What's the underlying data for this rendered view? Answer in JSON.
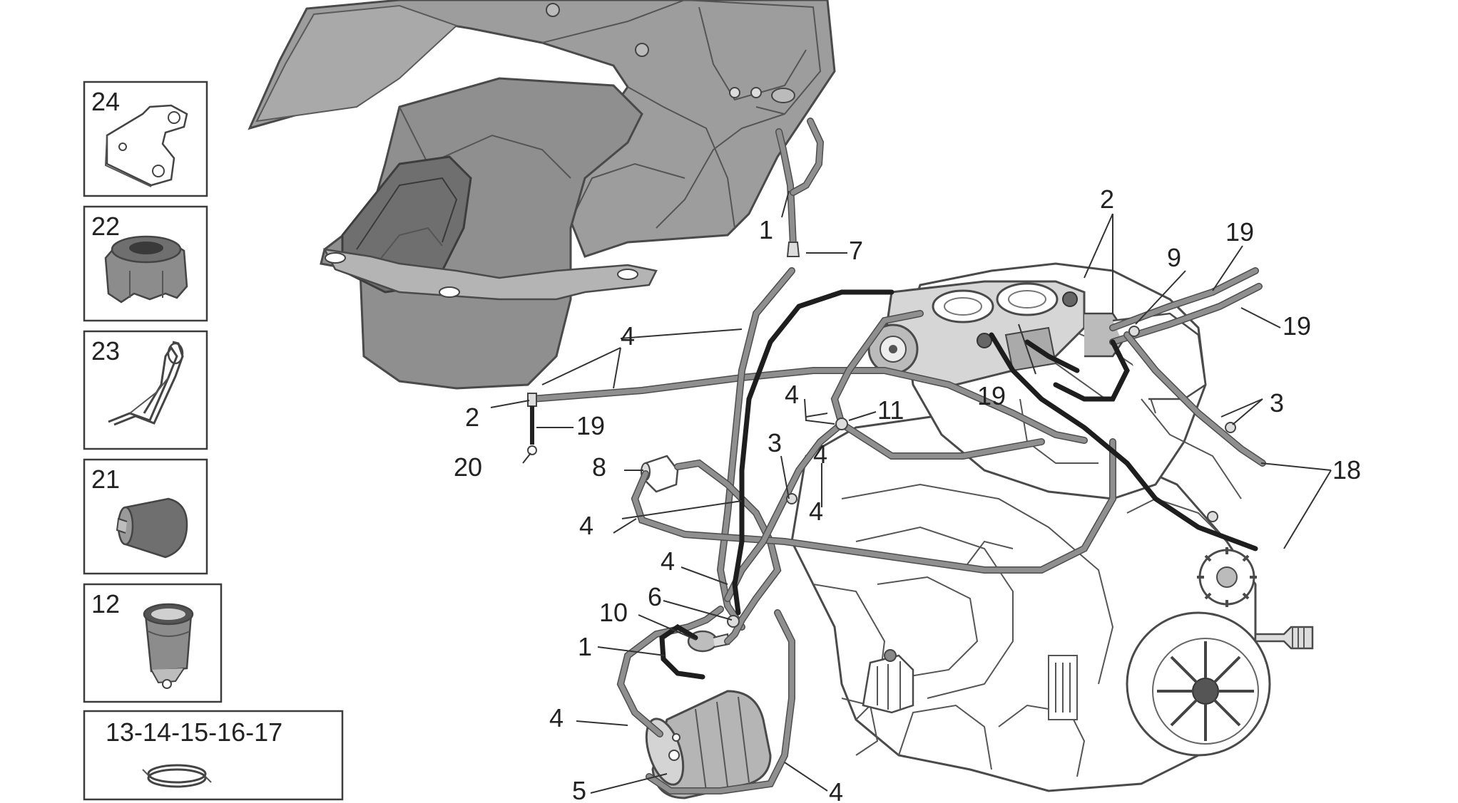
{
  "colors": {
    "part_fill": "#9a9a9a",
    "part_fill_light": "#bdbdbd",
    "part_outline": "#4a4a4a",
    "hose_gray": "#8f8f8f",
    "hose_black": "#1e1e1e",
    "text": "#222222"
  },
  "panels": [
    {
      "label": "24",
      "icon": "bracket-icon"
    },
    {
      "label": "22",
      "icon": "rubber-mount-icon"
    },
    {
      "label": "23",
      "icon": "wire-clip-icon"
    },
    {
      "label": "21",
      "icon": "cap-icon"
    },
    {
      "label": "12",
      "icon": "hose-clamp-sleeve-icon"
    },
    {
      "label": "13-14-15-16-17",
      "icon": "spring-clamp-icon"
    }
  ],
  "callouts": [
    "1",
    "7",
    "2",
    "19",
    "9",
    "19",
    "4",
    "4",
    "2",
    "19",
    "19",
    "4",
    "11",
    "3",
    "3",
    "20",
    "8",
    "4",
    "18",
    "4",
    "4",
    "6",
    "10",
    "1",
    "4",
    "5",
    "4"
  ]
}
